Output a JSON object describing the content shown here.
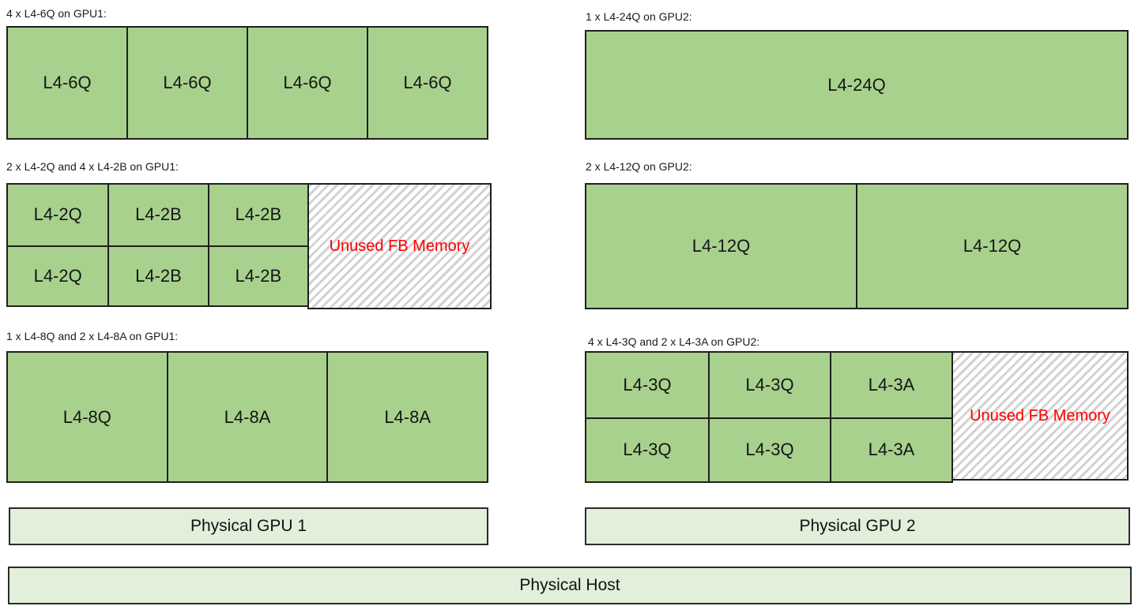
{
  "gpu1": {
    "groups": [
      {
        "label": "4 x L4-6Q on GPU1:",
        "cells": [
          "L4-6Q",
          "L4-6Q",
          "L4-6Q",
          "L4-6Q"
        ]
      },
      {
        "label": "2 x L4-2Q and 4 x L4-2B on GPU1:",
        "grid": [
          [
            "L4-2Q",
            "L4-2B",
            "L4-2B"
          ],
          [
            "L4-2Q",
            "L4-2B",
            "L4-2B"
          ]
        ],
        "unused_label": "Unused FB Memory"
      },
      {
        "label": "1 x L4-8Q and 2 x L4-8A on GPU1:",
        "cells": [
          "L4-8Q",
          "L4-8A",
          "L4-8A"
        ]
      }
    ],
    "bar_label": "Physical GPU 1"
  },
  "gpu2": {
    "groups": [
      {
        "label": "1 x L4-24Q on GPU2:",
        "cells": [
          "L4-24Q"
        ]
      },
      {
        "label": "2 x L4-12Q on GPU2:",
        "cells": [
          "L4-12Q",
          "L4-12Q"
        ]
      },
      {
        "label": "4 x L4-3Q and 2 x L4-3A on GPU2:",
        "grid": [
          [
            "L4-3Q",
            "L4-3Q",
            "L4-3A"
          ],
          [
            "L4-3Q",
            "L4-3Q",
            "L4-3A"
          ]
        ],
        "unused_label": "Unused FB Memory"
      }
    ],
    "bar_label": "Physical GPU 2"
  },
  "host_bar_label": "Physical Host",
  "colors": {
    "vgpu_fill": "#A9D18E",
    "bar_fill": "#E2EFDA",
    "border": "#1F1F1F",
    "hatch_stripe": "#D2D2D2",
    "unused_text": "#FF0000"
  }
}
